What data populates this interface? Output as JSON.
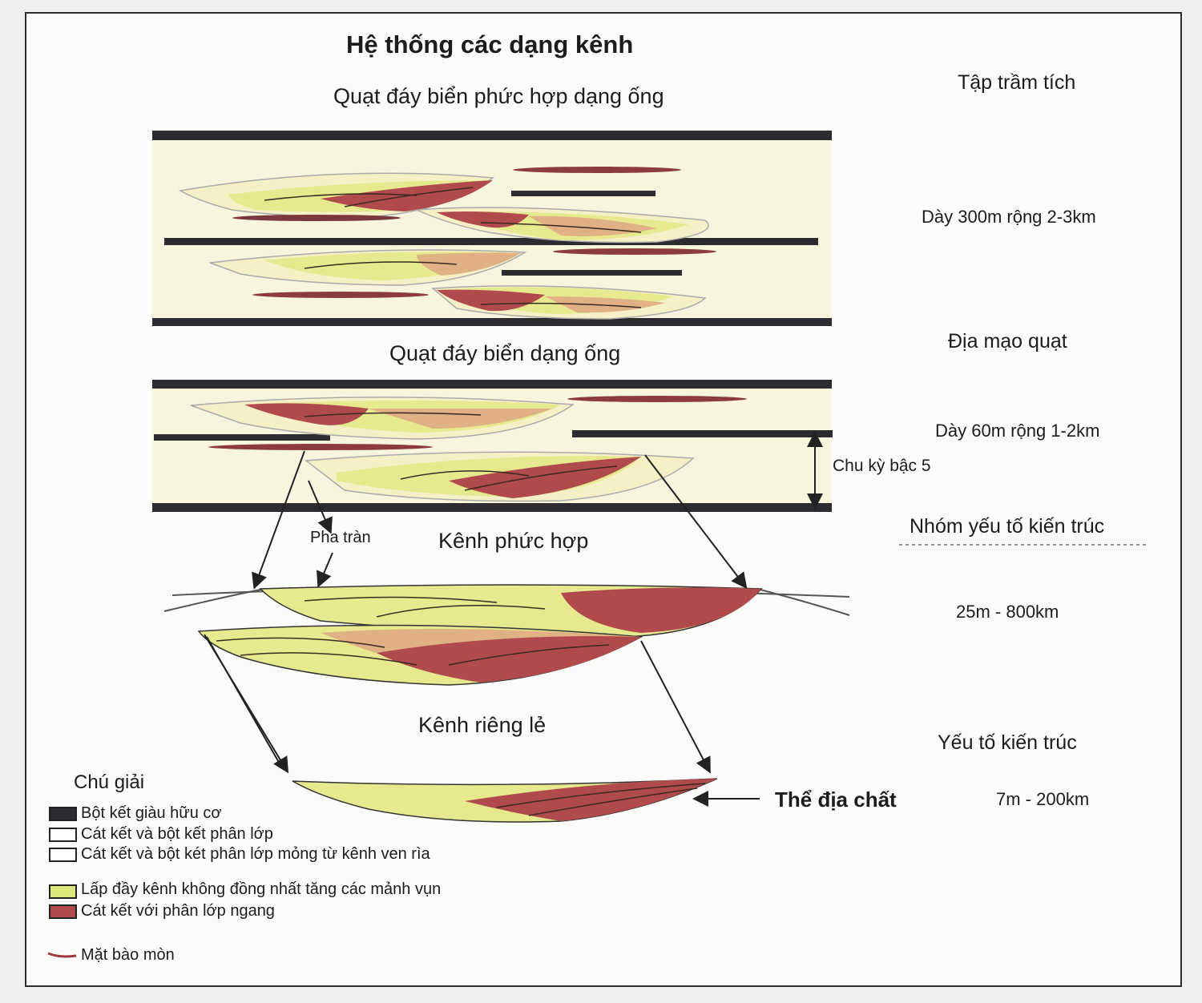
{
  "title": "Hệ thống các dạng kênh",
  "sections": {
    "complex_fan": "Quạt đáy biển phức hợp dạng ống",
    "fan": "Quạt đáy biển dạng ống",
    "complex_channel": "Kênh phức hợp",
    "single_channel": "Kênh riêng lẻ"
  },
  "right_column": {
    "heading_1": "Tập trầm tích",
    "dim_1": "Dày 300m rộng 2-3km",
    "heading_2": "Địa mạo quạt",
    "dim_2": "Dày 60m rộng 1-2km",
    "heading_3": "Nhóm yếu tố kiến trúc",
    "dim_3": "25m - 800km",
    "heading_4": "Yếu tố kiến trúc",
    "dim_4": "7m - 200km"
  },
  "annotations": {
    "cycle": "Chu kỳ bậc 5",
    "overbank": "Pha tràn",
    "geobody": "Thể địa chất"
  },
  "legend": {
    "title": "Chú giải",
    "items": [
      {
        "label": "Bột kết giàu hữu cơ",
        "color": "#2b2b30"
      },
      {
        "label": "Cát kết và bột kết phân lớp",
        "color": "#ffffff"
      },
      {
        "label": "Cát kết và bột két phân lớp mỏng từ  kênh ven rìa",
        "color": "#ffffff"
      },
      {
        "label": "Lấp đầy kênh không đồng nhất tăng các mảnh  vụn",
        "color": "#dde87a"
      },
      {
        "label": "Cát kết với phân lớp ngang",
        "color": "#b04a4c"
      },
      {
        "label": "Mặt bào mòn",
        "color": "#a03a3e"
      }
    ]
  },
  "colors": {
    "mudstone": "#2b2b30",
    "channel_fill": "#dde87a",
    "sandstone": "#b04a4c",
    "tan": "#e0b184",
    "pale_fill": "#f3f0cf"
  }
}
